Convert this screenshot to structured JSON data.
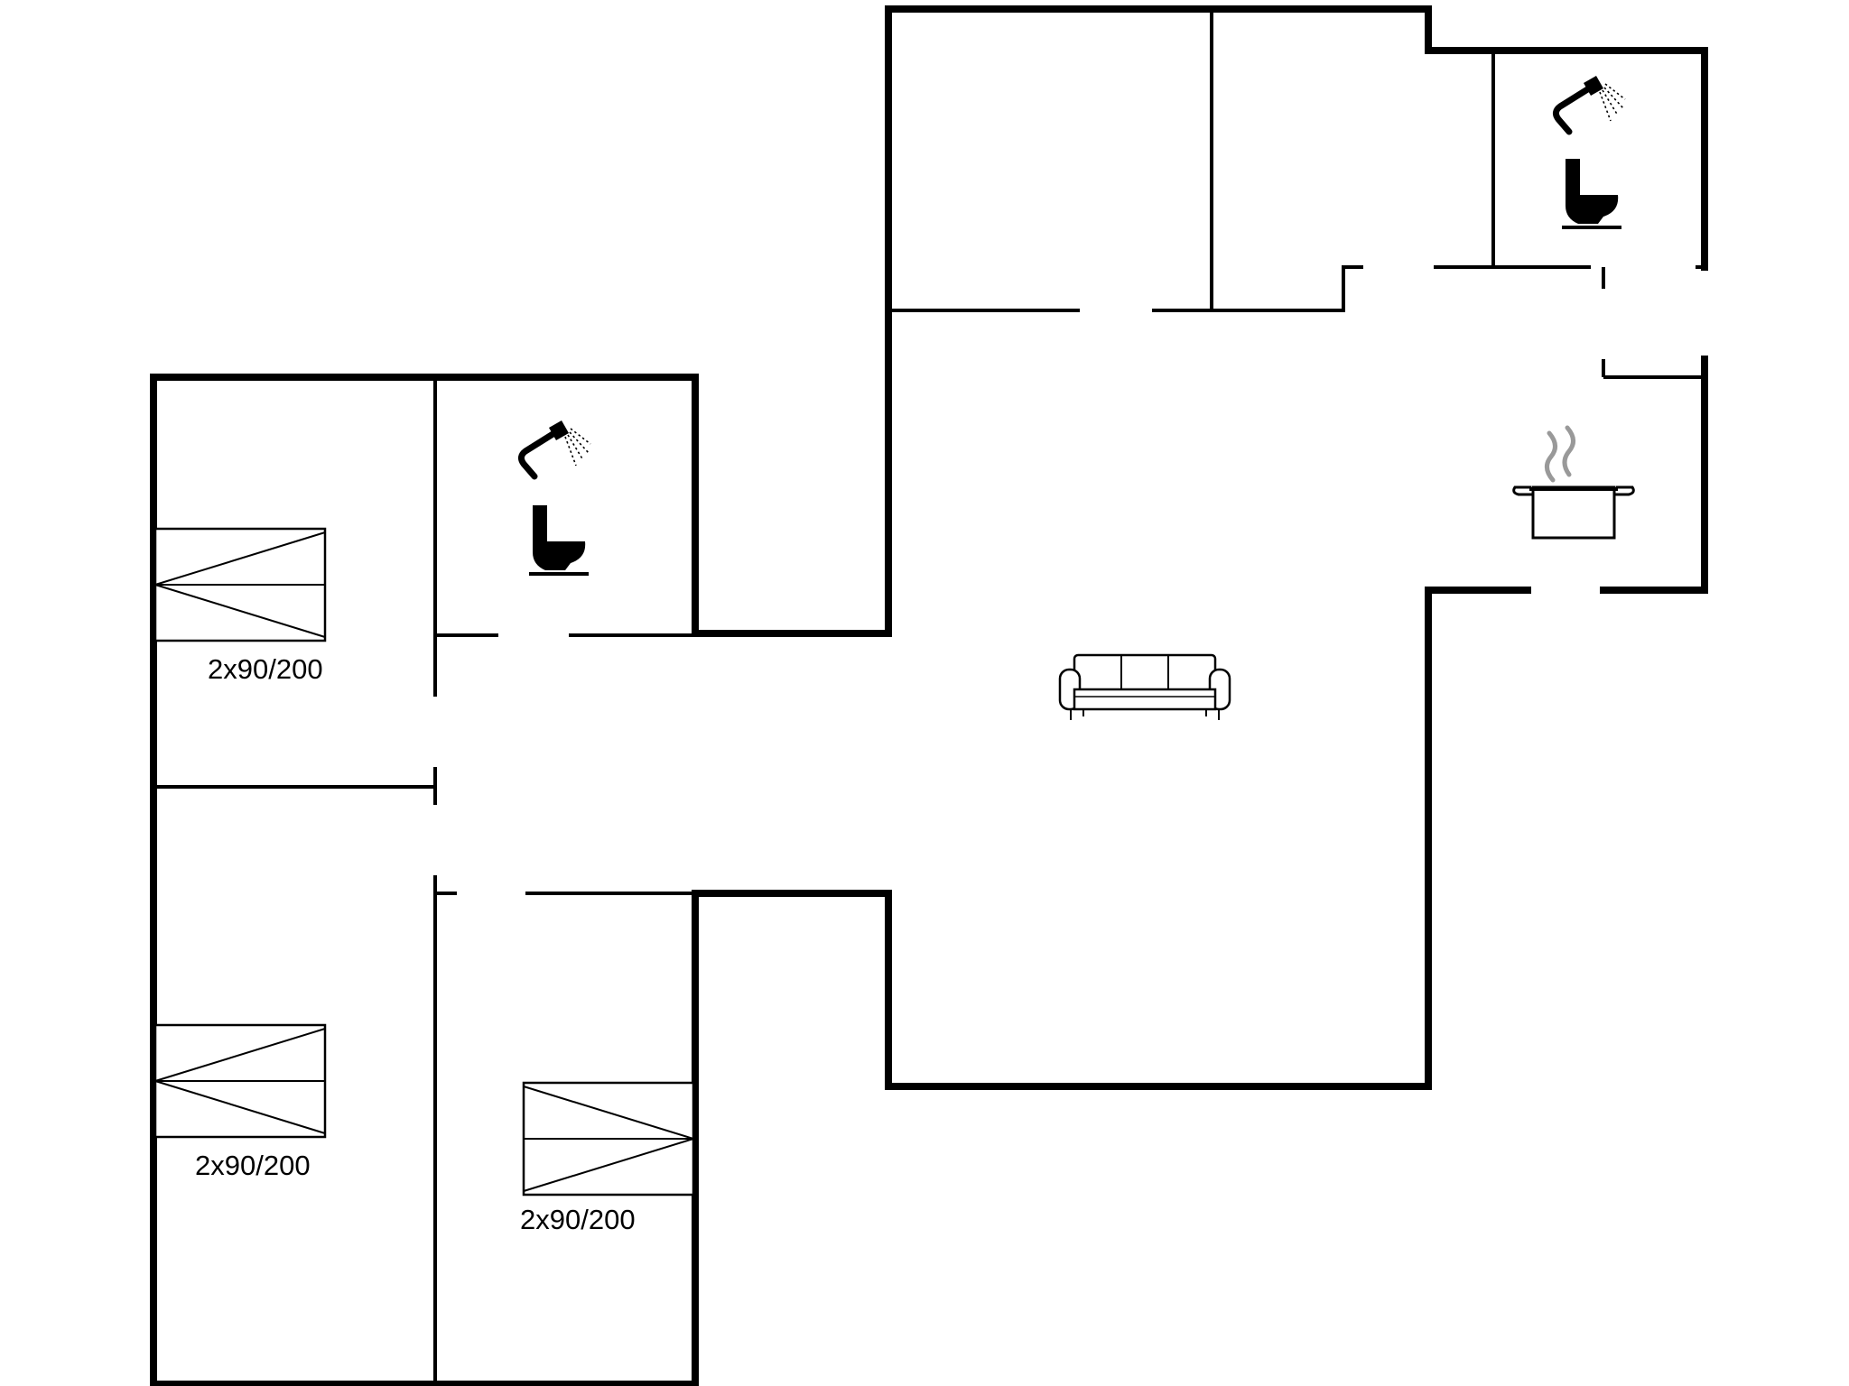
{
  "floor_plan": {
    "bed_labels": {
      "bedroom_1": "2x90/200",
      "bedroom_2": "2x90/200",
      "bedroom_3": "2x90/200"
    },
    "icons": {
      "bathroom_1_shower": "shower-icon",
      "bathroom_1_toilet": "toilet-icon",
      "bathroom_2_shower": "shower-icon",
      "bathroom_2_toilet": "toilet-icon",
      "kitchen": "cooking-pot-icon",
      "living_room": "sofa-icon",
      "beds": "double-bed-icon"
    },
    "colors": {
      "walls": "#000000",
      "background": "#ffffff",
      "steam": "#999999"
    }
  }
}
